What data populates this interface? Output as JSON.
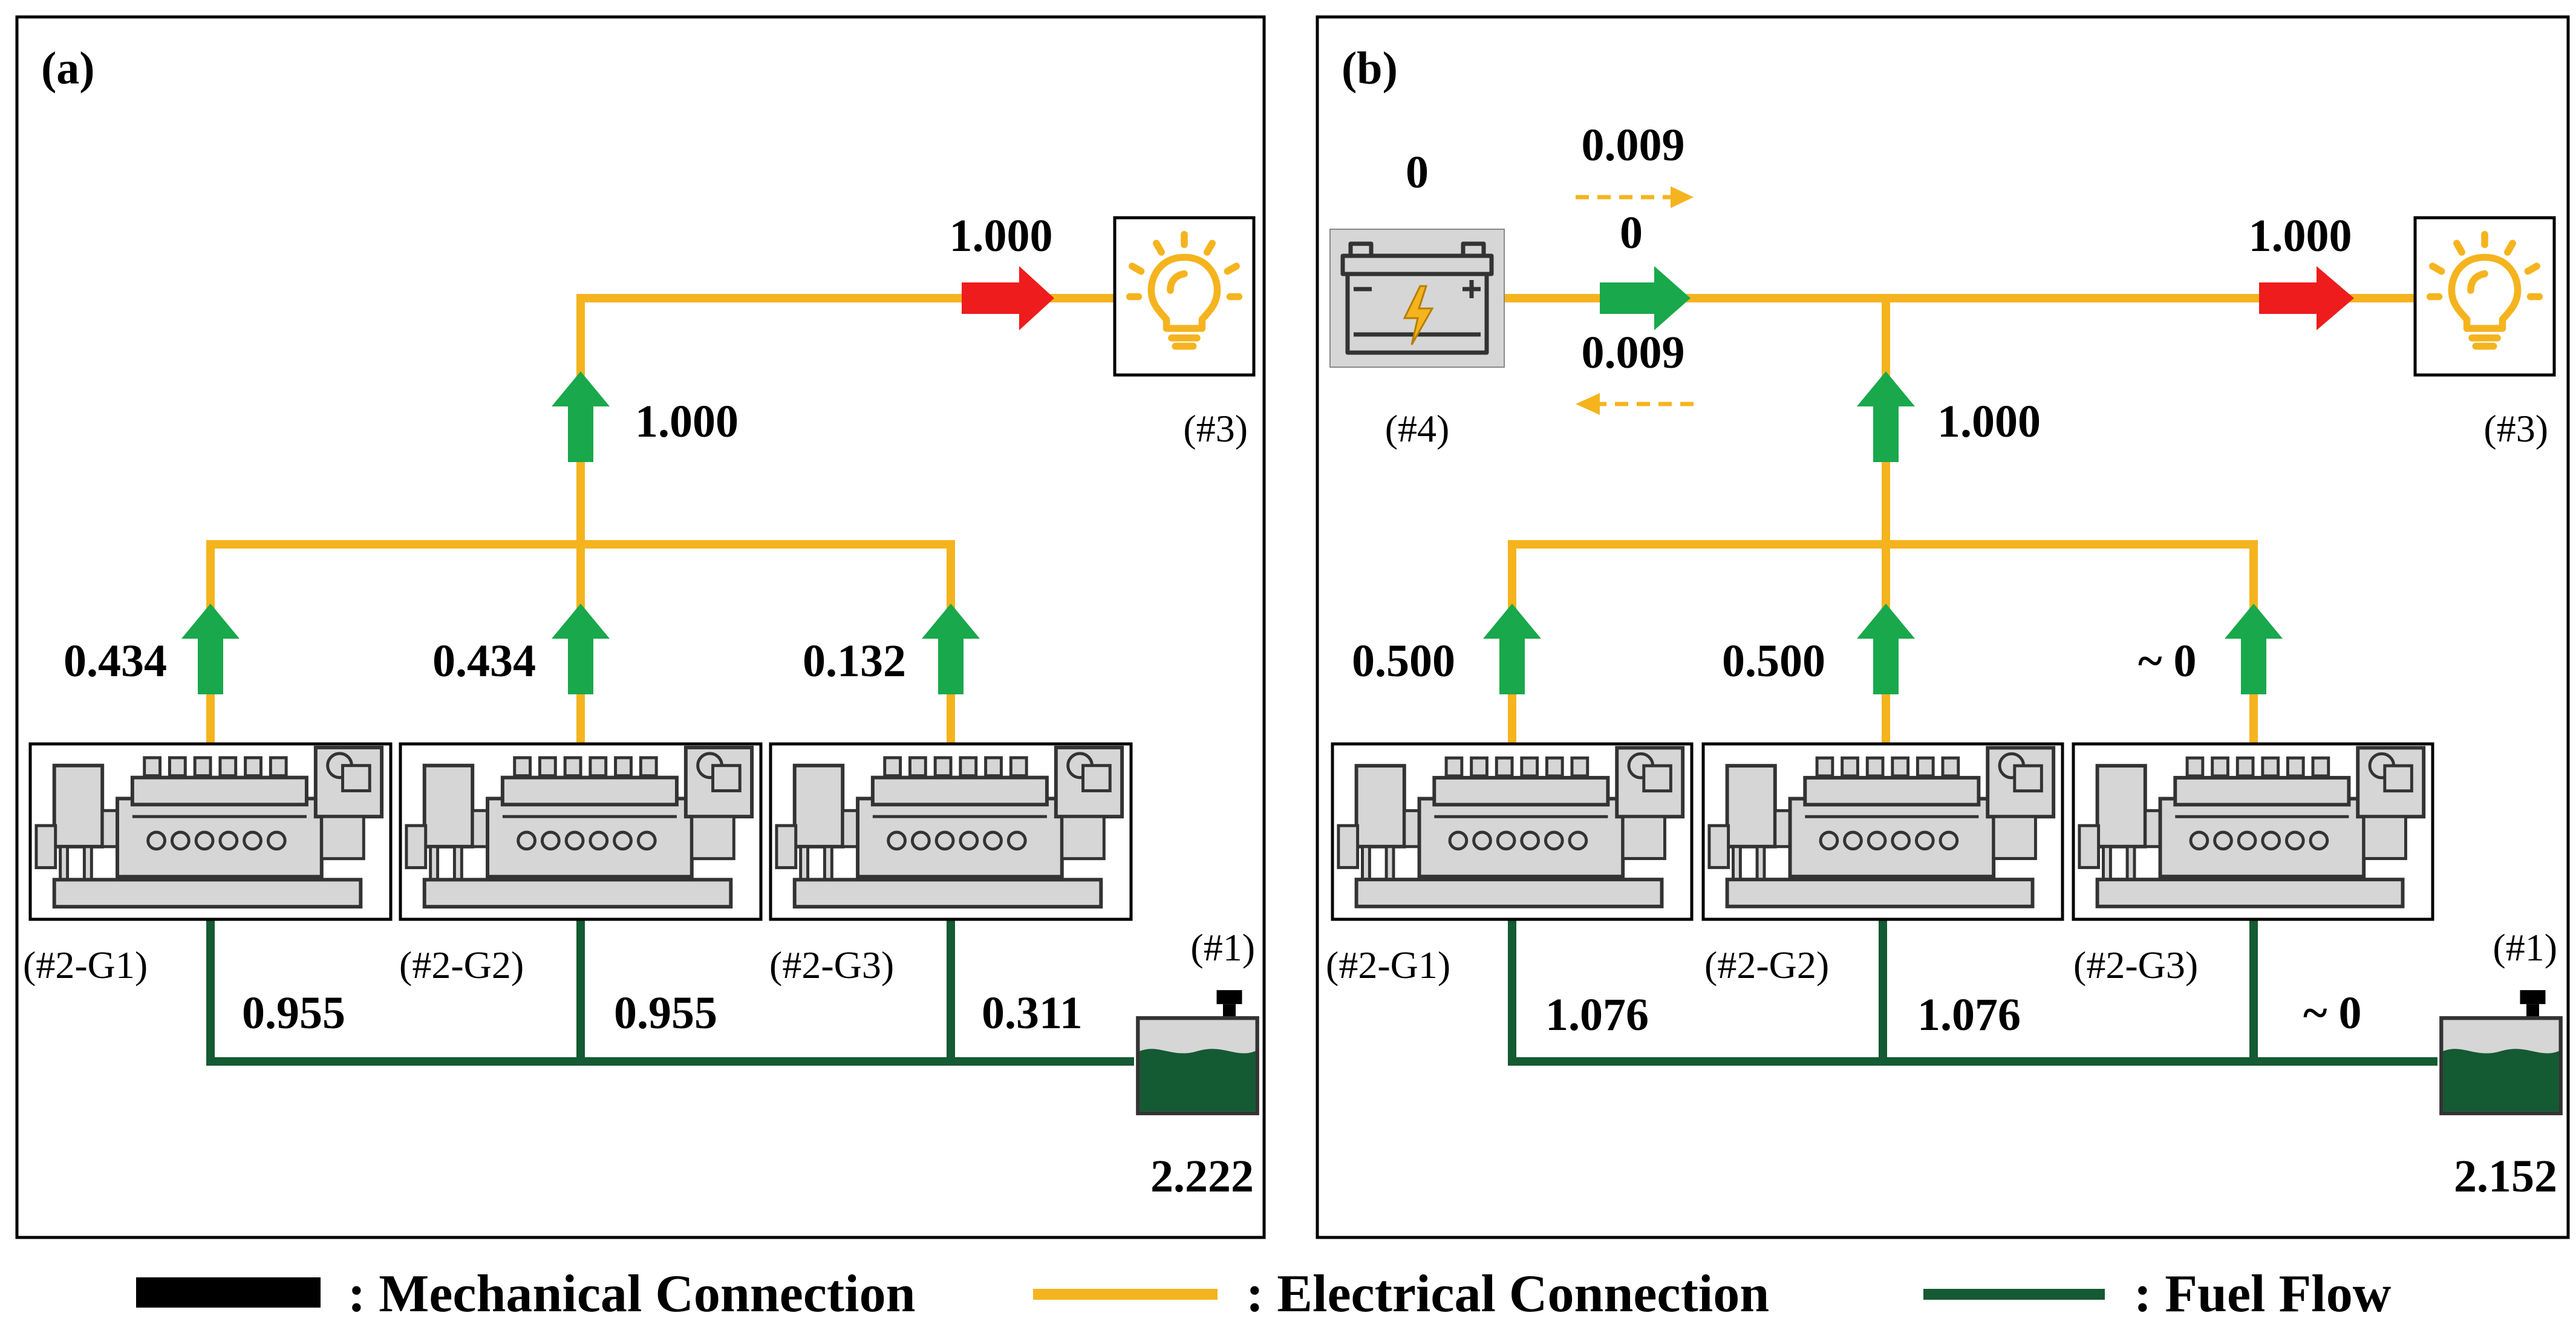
{
  "colors": {
    "electrical": "#F5B41E",
    "fuel": "#145A32",
    "mechanical": "#000000",
    "flow_arrow": "#19A84B",
    "load_arrow": "#EE1C1C",
    "equipment": "#D6D6D6"
  },
  "icons": {
    "load": "light-bulb-icon",
    "battery": "battery-icon",
    "generator": "engine-generator-icon",
    "fuel_tank": "fuel-tank-icon"
  },
  "panel_a": {
    "tag": "(a)",
    "load_id": "(#3)",
    "tank_id": "(#1)",
    "load_value": "1.000",
    "bus_value": "1.000",
    "tank_value": "2.222",
    "generators": [
      {
        "id": "(#2-G1)",
        "power": "0.434",
        "fuel": "0.955"
      },
      {
        "id": "(#2-G2)",
        "power": "0.434",
        "fuel": "0.955"
      },
      {
        "id": "(#2-G3)",
        "power": "0.132",
        "fuel": "0.311"
      }
    ]
  },
  "panel_b": {
    "tag": "(b)",
    "load_id": "(#3)",
    "tank_id": "(#1)",
    "battery_id": "(#4)",
    "battery_value": "0",
    "battery_flow": "0",
    "charge_value": "0.009",
    "discharge_value": "0.009",
    "load_value": "1.000",
    "bus_value": "1.000",
    "tank_value": "2.152",
    "generators": [
      {
        "id": "(#2-G1)",
        "power": "0.500",
        "fuel": "1.076"
      },
      {
        "id": "(#2-G2)",
        "power": "0.500",
        "fuel": "1.076"
      },
      {
        "id": "(#2-G3)",
        "power": "~ 0",
        "fuel": "~ 0"
      }
    ]
  },
  "legend": {
    "mechanical": ": Mechanical Connection",
    "electrical": ": Electrical Connection",
    "fuel": ": Fuel Flow"
  }
}
